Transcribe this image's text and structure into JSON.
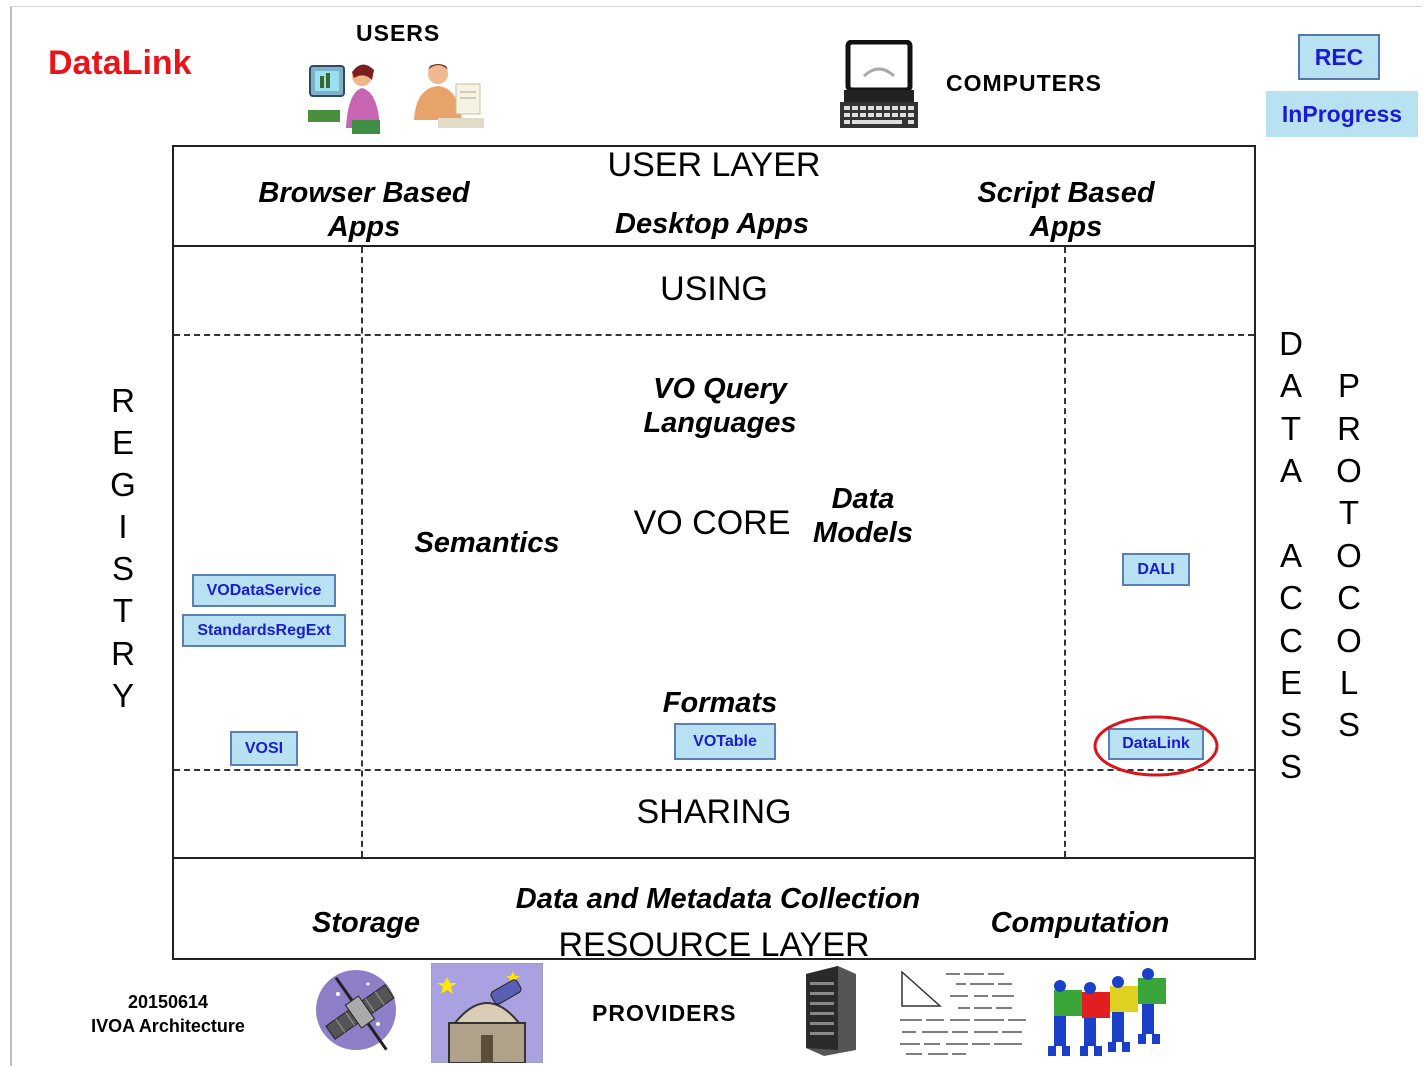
{
  "title": "DataLink",
  "header": {
    "users": "USERS",
    "computers": "COMPUTERS",
    "providers": "PROVIDERS"
  },
  "status": {
    "rec": "REC",
    "in_progress": "InProgress"
  },
  "colors": {
    "title": "#e8141b",
    "badge_bg": "#b8e2f2",
    "badge_text": "#1b1bd4",
    "highlight_circle": "#d9141b"
  },
  "user_layer": {
    "title": "USER LAYER",
    "browser": "Browser Based Apps",
    "desktop": "Desktop Apps",
    "script": "Script Based Apps"
  },
  "using": "USING",
  "core": {
    "query": "VO Query Languages",
    "semantics": "Semantics",
    "vo_core": "VO CORE",
    "data_models": "Data Models",
    "formats": "Formats"
  },
  "sharing": "SHARING",
  "resource_layer": {
    "title": "RESOURCE LAYER",
    "storage": "Storage",
    "collection": "Data and Metadata Collection",
    "computation": "Computation"
  },
  "registry": {
    "letters": [
      "R",
      "E",
      "G",
      "I",
      "S",
      "T",
      "R",
      "Y"
    ]
  },
  "data_access": {
    "col1": [
      "D",
      "A",
      "T",
      "A",
      "",
      "A",
      "C",
      "C",
      "E",
      "S",
      "S"
    ],
    "col2": [
      "P",
      "R",
      "O",
      "T",
      "O",
      "C",
      "O",
      "L",
      "S"
    ]
  },
  "standards": {
    "vodataservice": "VODataService",
    "standardsregext": "StandardsRegExt",
    "vosi": "VOSI",
    "votable": "VOTable",
    "dali": "DALI",
    "datalink": "DataLink"
  },
  "footer": {
    "date": "20150614",
    "caption": "IVOA Architecture"
  },
  "icons": [
    "user-at-computer-icon",
    "user-at-desk-icon",
    "computer-terminal-icon",
    "satellite-icon",
    "observatory-icon",
    "server-rack-icon",
    "equations-paper-icon",
    "puzzle-team-icon"
  ]
}
